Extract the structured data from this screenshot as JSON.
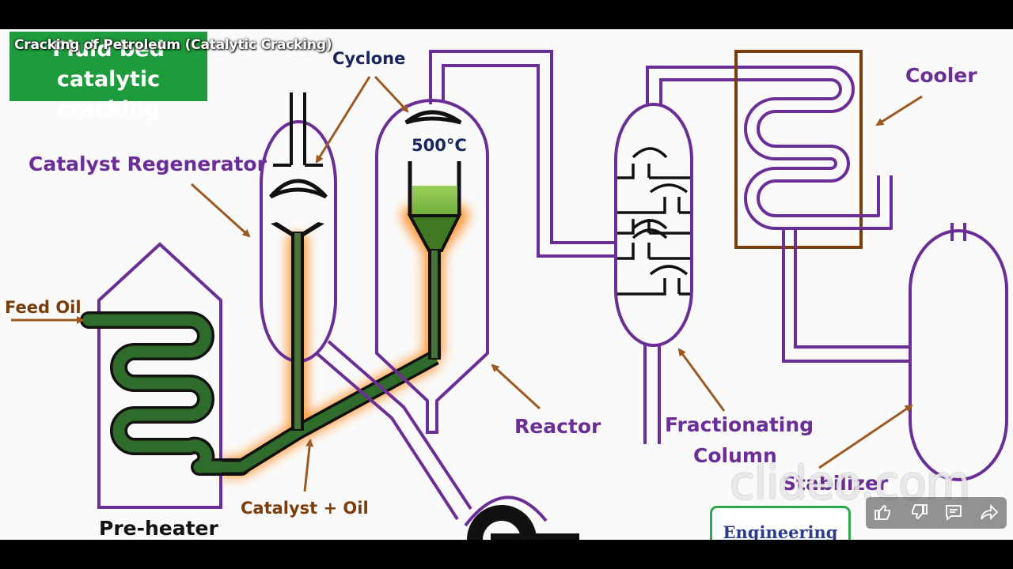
{
  "video": {
    "title": "Cracking of Petroleum (Catalytic Cracking)"
  },
  "diagram": {
    "header_line1": "Fluid bed",
    "header_line2": "catalytic cracking",
    "temperature": "500°C",
    "labels": {
      "cyclone": "Cyclone",
      "catalyst_regenerator": "Catalyst Regenerator",
      "cooler": "Cooler",
      "feed_oil": "Feed Oil",
      "reactor": "Reactor",
      "fractionating_line1": "Fractionating",
      "fractionating_line2": "Column",
      "catalyst_oil": "Catalyst + Oil",
      "pre_heater": "Pre-heater",
      "stabilizer": "Stabilizer"
    },
    "badge": "Engineering",
    "watermark": "clideo.com",
    "colors": {
      "vessel": "#6b2e96",
      "arrow": "#9c5a22",
      "oil_pipe": "#2f6b2a",
      "glow": "#ff8a1c",
      "cooler_box": "#7a3d0c"
    }
  },
  "controls": {
    "icons": [
      "like-icon",
      "dislike-icon",
      "comment-icon",
      "share-icon"
    ]
  }
}
